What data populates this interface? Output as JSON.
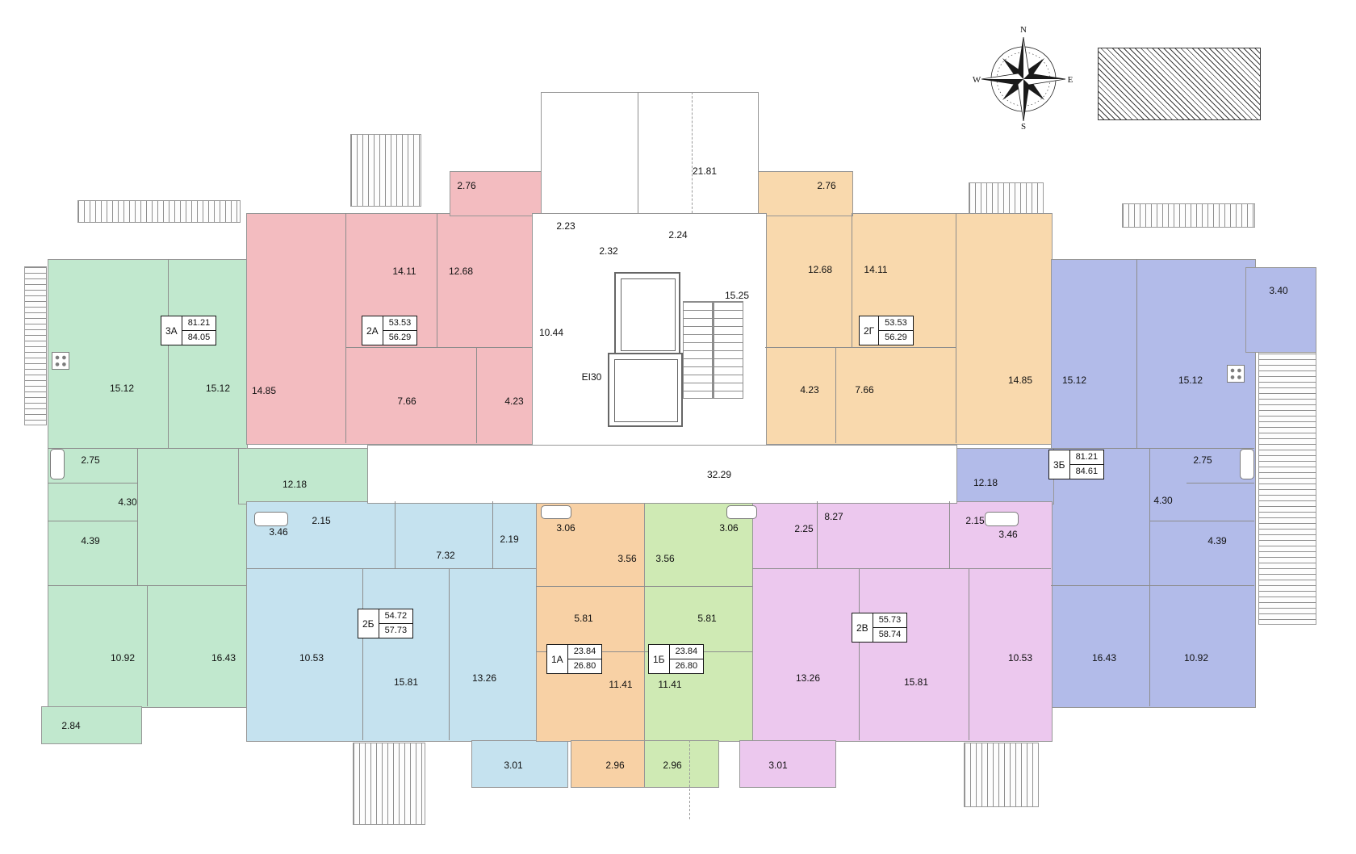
{
  "compass": {
    "n": "N",
    "e": "E",
    "s": "S",
    "w": "W"
  },
  "colors": {
    "apartment_3a": "#c1e8ce",
    "apartment_2a": "#f3bcc0",
    "apartment_2g": "#f9d9ad",
    "apartment_3b": "#b2bbe9",
    "apartment_2b": "#c5e2ef",
    "apartment_1a": "#f8d1a5",
    "apartment_1b": "#cfeab4",
    "apartment_2v": "#ecc8ee"
  },
  "core": {
    "top_area": "21.81",
    "vest_a": "2.23",
    "vest_b": "2.32",
    "vest_c": "2.24",
    "hall": "10.44",
    "stair_hall": "15.25",
    "elevator_label": "ЕІ30",
    "corridor": "32.29"
  },
  "apartments": {
    "a3a": {
      "num": "3А",
      "living": "81.21",
      "total": "84.05",
      "balcony": "2.84",
      "rooms": [
        "15.12",
        "15.12",
        "2.75",
        "4.30",
        "4.39",
        "12.18",
        "10.92",
        "16.43"
      ]
    },
    "a2a": {
      "num": "2А",
      "living": "53.53",
      "total": "56.29",
      "balcony": "2.76",
      "rooms": [
        "14.11",
        "12.68",
        "14.85",
        "7.66",
        "4.23"
      ]
    },
    "a2g": {
      "num": "2Г",
      "living": "53.53",
      "total": "56.29",
      "balcony": "2.76",
      "rooms": [
        "12.68",
        "14.11",
        "4.23",
        "7.66",
        "14.85"
      ]
    },
    "a3b": {
      "num": "3Б",
      "living": "81.21",
      "total": "84.61",
      "balcony": "3.40",
      "rooms": [
        "15.12",
        "15.12",
        "2.75",
        "4.30",
        "4.39",
        "12.18",
        "16.43",
        "10.92"
      ]
    },
    "a2b": {
      "num": "2Б",
      "living": "54.72",
      "total": "57.73",
      "balcony": "3.01",
      "rooms": [
        "3.46",
        "2.15",
        "7.32",
        "2.19",
        "10.53",
        "15.81",
        "13.26"
      ]
    },
    "a1a": {
      "num": "1А",
      "living": "23.84",
      "total": "26.80",
      "balcony": "2.96",
      "rooms": [
        "3.06",
        "3.56",
        "5.81",
        "11.41"
      ]
    },
    "a1b": {
      "num": "1Б",
      "living": "23.84",
      "total": "26.80",
      "balcony": "2.96",
      "rooms": [
        "3.56",
        "3.06",
        "5.81",
        "11.41"
      ]
    },
    "a2v": {
      "num": "2В",
      "living": "55.73",
      "total": "58.74",
      "balcony": "3.01",
      "rooms": [
        "2.25",
        "8.27",
        "2.15",
        "3.46",
        "13.26",
        "15.81",
        "10.53"
      ]
    }
  }
}
